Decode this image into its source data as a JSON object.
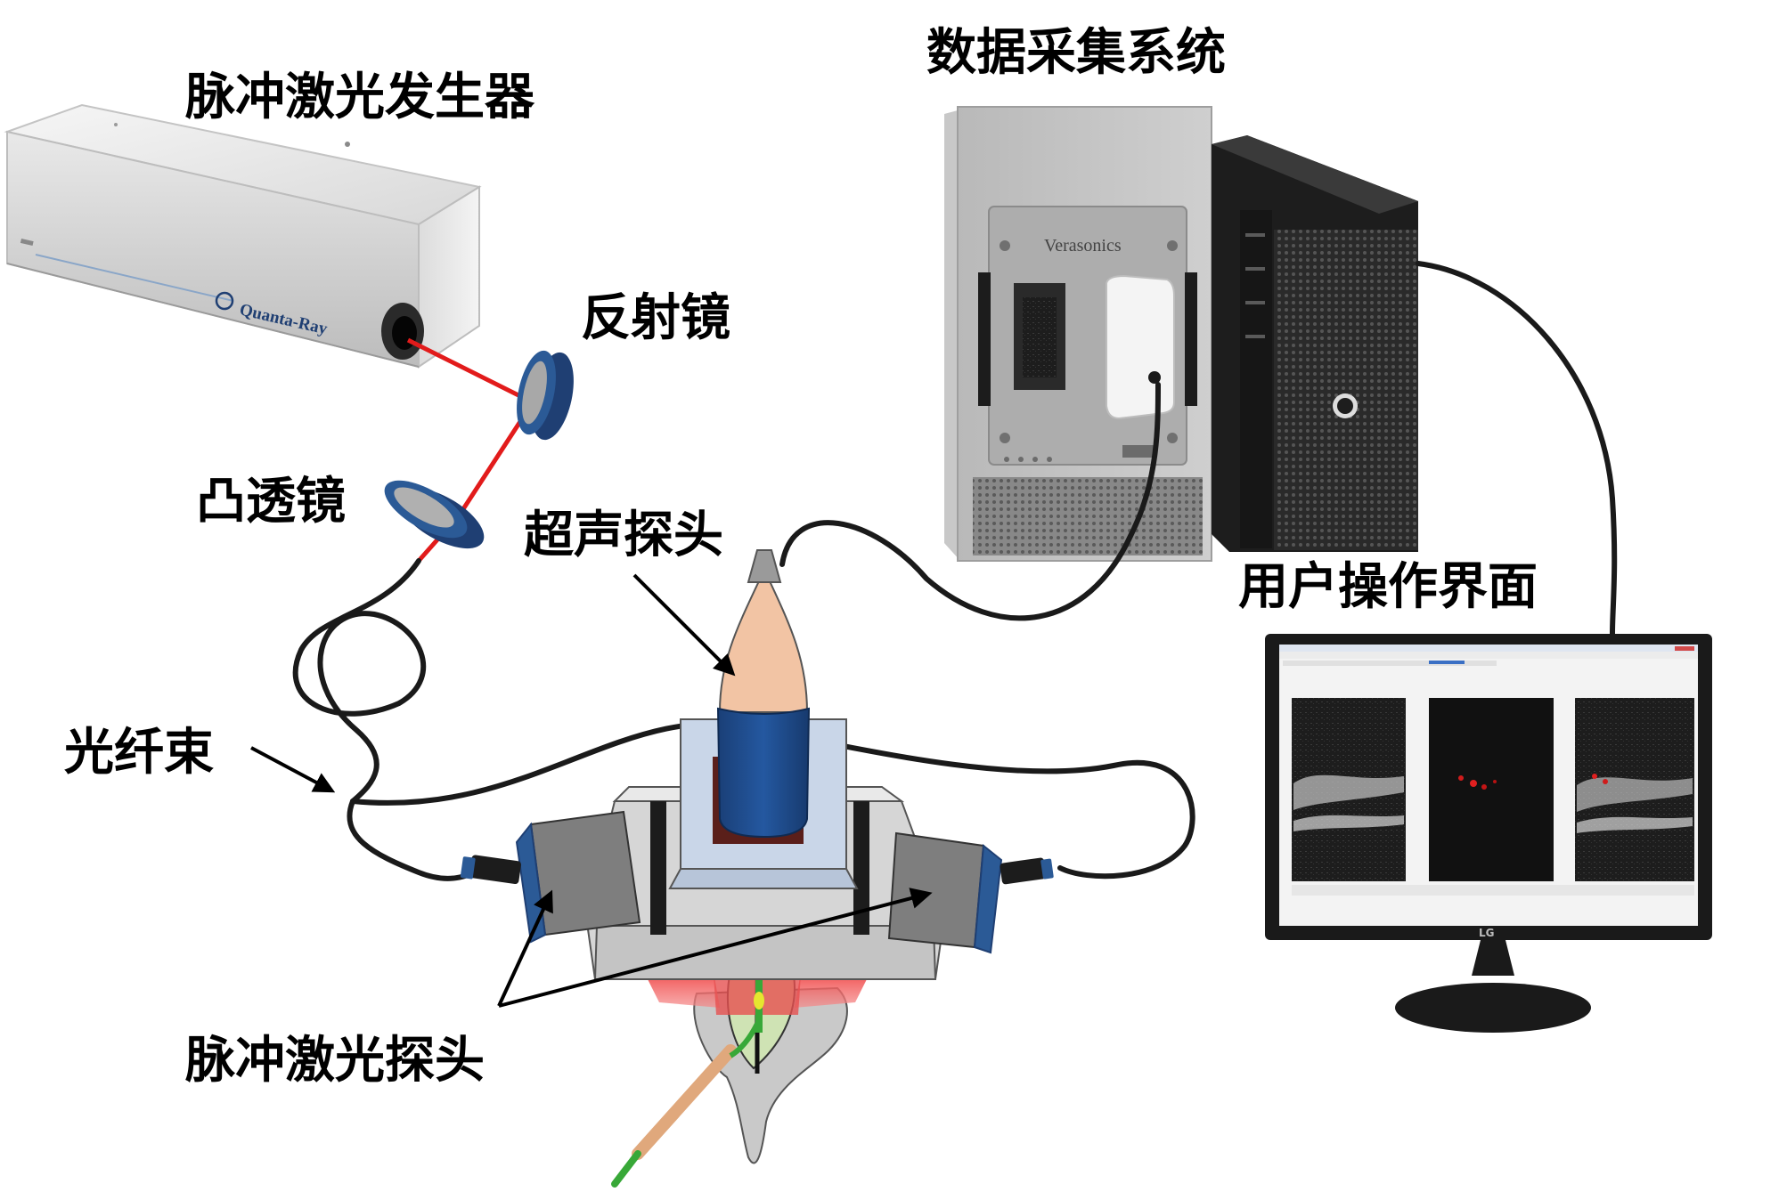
{
  "labels": {
    "laser_generator": "脉冲激光发生器",
    "daq_system": "数据采集系统",
    "mirror": "反射镜",
    "convex_lens": "凸透镜",
    "ultrasound_probe": "超声探头",
    "user_interface": "用户操作界面",
    "fiber_bundle": "光纤束",
    "laser_probe": "脉冲激光探头"
  },
  "brands": {
    "laser": "Quanta-Ray",
    "daq": "Verasonics",
    "monitor": "LG"
  },
  "colors": {
    "laser_beam": "#e21b1b",
    "lens_rim": "#1f3f73",
    "cable": "#1a1a1a",
    "probe_tip": "#f2c4a4",
    "probe_body": "#1e4a86",
    "fixture_light": "#c9d6e8",
    "fixture_gray": "#d4d4d4",
    "illumination": "#ef4040",
    "tissue": "#cfe3b4",
    "catheter": "#e0a87c"
  },
  "icons": {
    "monitor_logo": "lg-logo-icon",
    "daq_screws": "screw-icon"
  }
}
